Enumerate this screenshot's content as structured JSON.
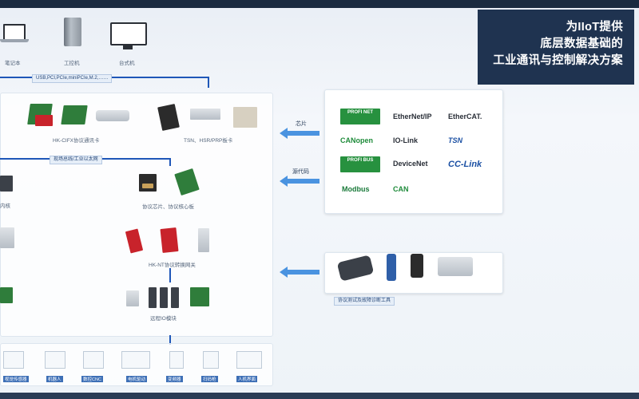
{
  "title": {
    "line1": "为IIoT提供",
    "line2": "底层数据基础的",
    "line3": "工业通讯与控制解决方案"
  },
  "hosts": {
    "laptop": "笔记本",
    "ipc": "工控机",
    "desktop": "台式机",
    "bus": "USB,PCI,PCIe,miniPCIe,M.2,……"
  },
  "main": {
    "cards_label": "HK-CIFX协议通讯卡",
    "tsn_label": "TSN、HSR/PRP板卡",
    "bus_tag": "现场总线/工业以太网",
    "left1": "内核",
    "chip_label": "协议芯片、协议核心板",
    "gateway_label": "HK-NT协议转换网关",
    "io_label": "远程IO模块"
  },
  "arrows": {
    "chip": "芯片",
    "source": "源代码"
  },
  "protocols": {
    "profinet": "PROFI NET",
    "ethernetip": "EtherNet/IP",
    "ethercat": "EtherCAT.",
    "canopen": "CANopen",
    "iolink": "IO-Link",
    "tsn": "TSN",
    "profibus": "PROFI BUS",
    "devicenet": "DeviceNet",
    "cclink": "CC-Link",
    "modbus": "Modbus",
    "can": "CAN"
  },
  "tools_label": "协议测试及故障诊断工具",
  "field": {
    "items": [
      "视觉传感器",
      "机器人",
      "数控CNC",
      "电机驱动",
      "变频器",
      "扫码枪",
      "人机界面"
    ]
  },
  "colors": {
    "title_bg": "#1f3350",
    "line": "#1f57b8",
    "arrow": "#4a93e0",
    "profi_green": "#27913f"
  }
}
